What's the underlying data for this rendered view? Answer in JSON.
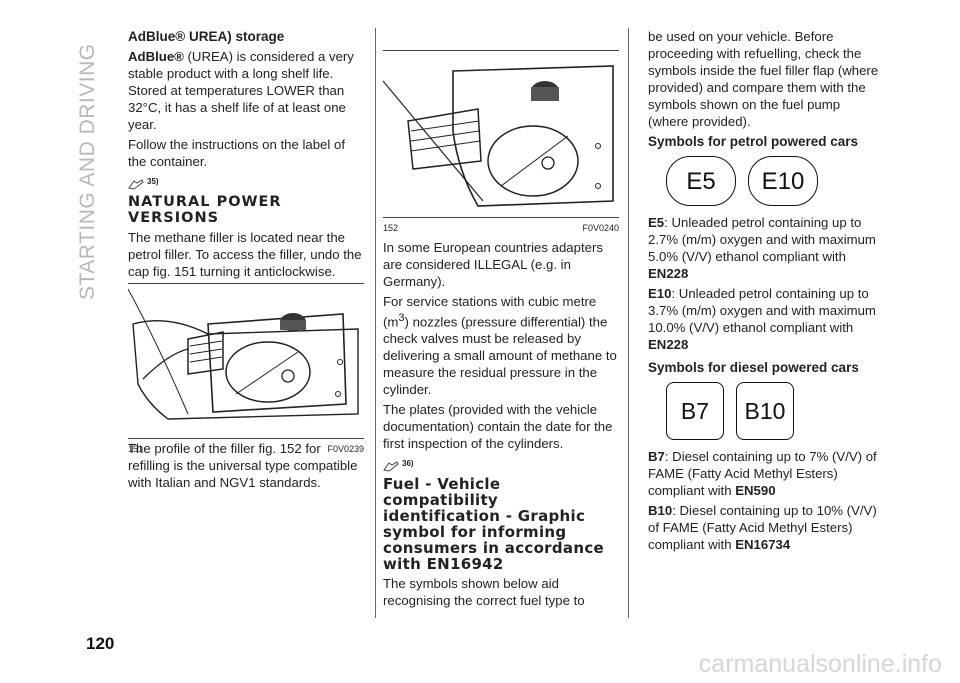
{
  "sidebar": {
    "section_title": "STARTING AND DRIVING"
  },
  "page": {
    "number": "120"
  },
  "watermark": "carmanualsonline.info",
  "col1": {
    "h_adblue": "AdBlue® UREA) storage",
    "p1_lead": "AdBlue®",
    "p1_rest": " (UREA) is considered a very stable product with a long shelf life. Stored at temperatures LOWER than 32°C, it has a shelf life of at least one year.",
    "p2": "Follow the instructions on the label of the container.",
    "warn1": "35)",
    "h_natural": "NATURAL POWER VERSIONS",
    "p3": "The methane filler is located near the petrol filler. To access the filler, undo the cap fig. 151 turning it anticlockwise.",
    "fig151_num": "151",
    "fig151_code": "F0V0239",
    "p4": "The profile of the filler fig. 152 for refilling is the universal type compatible with Italian and NGV1 standards."
  },
  "col2": {
    "fig152_num": "152",
    "fig152_code": "F0V0240",
    "p1": "In some European countries adapters are considered ILLEGAL (e.g. in Germany).",
    "p2_a": "For service stations with cubic metre (m",
    "p2_sup": "3",
    "p2_b": ") nozzles (pressure differential) the check valves must be released by delivering a small amount of methane to measure the residual pressure in the cylinder.",
    "p3": "The plates (provided with the vehicle documentation) contain the date for the first inspection of the cylinders.",
    "warn2": "36)",
    "h_fuel": "Fuel - Vehicle compatibility identification - Graphic symbol for informing consumers in accordance with EN16942",
    "p4": "The symbols shown below aid recognising the correct fuel type to"
  },
  "col3": {
    "p1": "be used on your vehicle. Before proceeding with refuelling, check the symbols inside the fuel filler flap (where provided) and compare them with the symbols shown on the fuel pump (where provided).",
    "h_petrol": "Symbols for petrol powered cars",
    "badge_e5": "E5",
    "badge_e10": "E10",
    "e5_lead": "E5",
    "e5_text": ": Unleaded petrol containing up to 2.7% (m/m) oxygen and with maximum 5.0% (V/V) ethanol compliant with",
    "e5_std": "EN228",
    "e10_lead": "E10",
    "e10_text": ": Unleaded petrol containing up to 3.7% (m/m) oxygen and with maximum 10.0% (V/V) ethanol compliant with",
    "e10_std": "EN228",
    "h_diesel": "Symbols for diesel powered cars",
    "badge_b7": "B7",
    "badge_b10": "B10",
    "b7_lead": "B7",
    "b7_text": ": Diesel containing up to 7% (V/V) of FAME (Fatty Acid Methyl Esters) compliant with",
    "b7_std": "EN590",
    "b10_lead": "B10",
    "b10_text": ": Diesel containing up to 10% (V/V) of FAME (Fatty Acid Methyl Esters) compliant with",
    "b10_std": "EN16734"
  }
}
